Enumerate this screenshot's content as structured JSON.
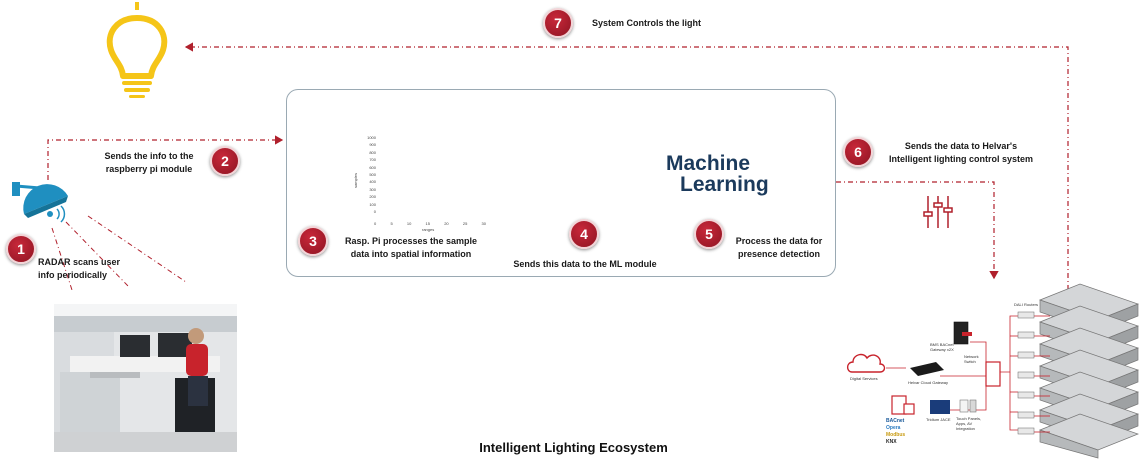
{
  "steps": [
    {
      "num": "1",
      "text_l1": "RADAR scans user",
      "text_l2": "info periodically"
    },
    {
      "num": "2",
      "text_l1": "Sends the info to the",
      "text_l2": "raspberry pi module"
    },
    {
      "num": "3",
      "text_l1": "Rasp. Pi processes the sample",
      "text_l2": "data into spatial information"
    },
    {
      "num": "4",
      "text_l1": "Sends this data to the ML module"
    },
    {
      "num": "5",
      "text_l1": "Process the data for",
      "text_l2": "presence detection"
    },
    {
      "num": "6",
      "text_l1": "Sends the data to Helvar's",
      "text_l2": "Intelligent lighting control system"
    },
    {
      "num": "7",
      "text_l1": "System Controls the light"
    }
  ],
  "ml_logo": {
    "line1": "Machine",
    "line2": "Learning"
  },
  "plus_sign": "+",
  "heatmap": {
    "ylabel": "samples",
    "xlabel": "ranges",
    "yticks": [
      "1000",
      "900",
      "800",
      "700",
      "600",
      "500",
      "400",
      "300",
      "200",
      "100",
      "0"
    ],
    "xticks": [
      "0",
      "5",
      "10",
      "15",
      "20",
      "25",
      "30"
    ]
  },
  "network": {
    "dali_routers": "DALI Routers",
    "bms": "BMS BACnet Gateway x2X",
    "network_switch": "Network Switch",
    "cloud_gateway": "Helvar Cloud Gateway",
    "digital_services": "Digital Services",
    "tridium": "Tridium JACE",
    "touch_panels": "Touch Panels, Apps, AV Integration",
    "protocols": [
      "BACnet",
      "Opera",
      "Modbus",
      "KNX"
    ]
  },
  "footer_title": "Intelligent Lighting Ecosystem",
  "colors": {
    "badge": "#b01e30",
    "arrow": "#b0202c",
    "bulb": "#f5c518",
    "radar": "#1f8fc0",
    "ml_text": "#1b3a5c"
  }
}
